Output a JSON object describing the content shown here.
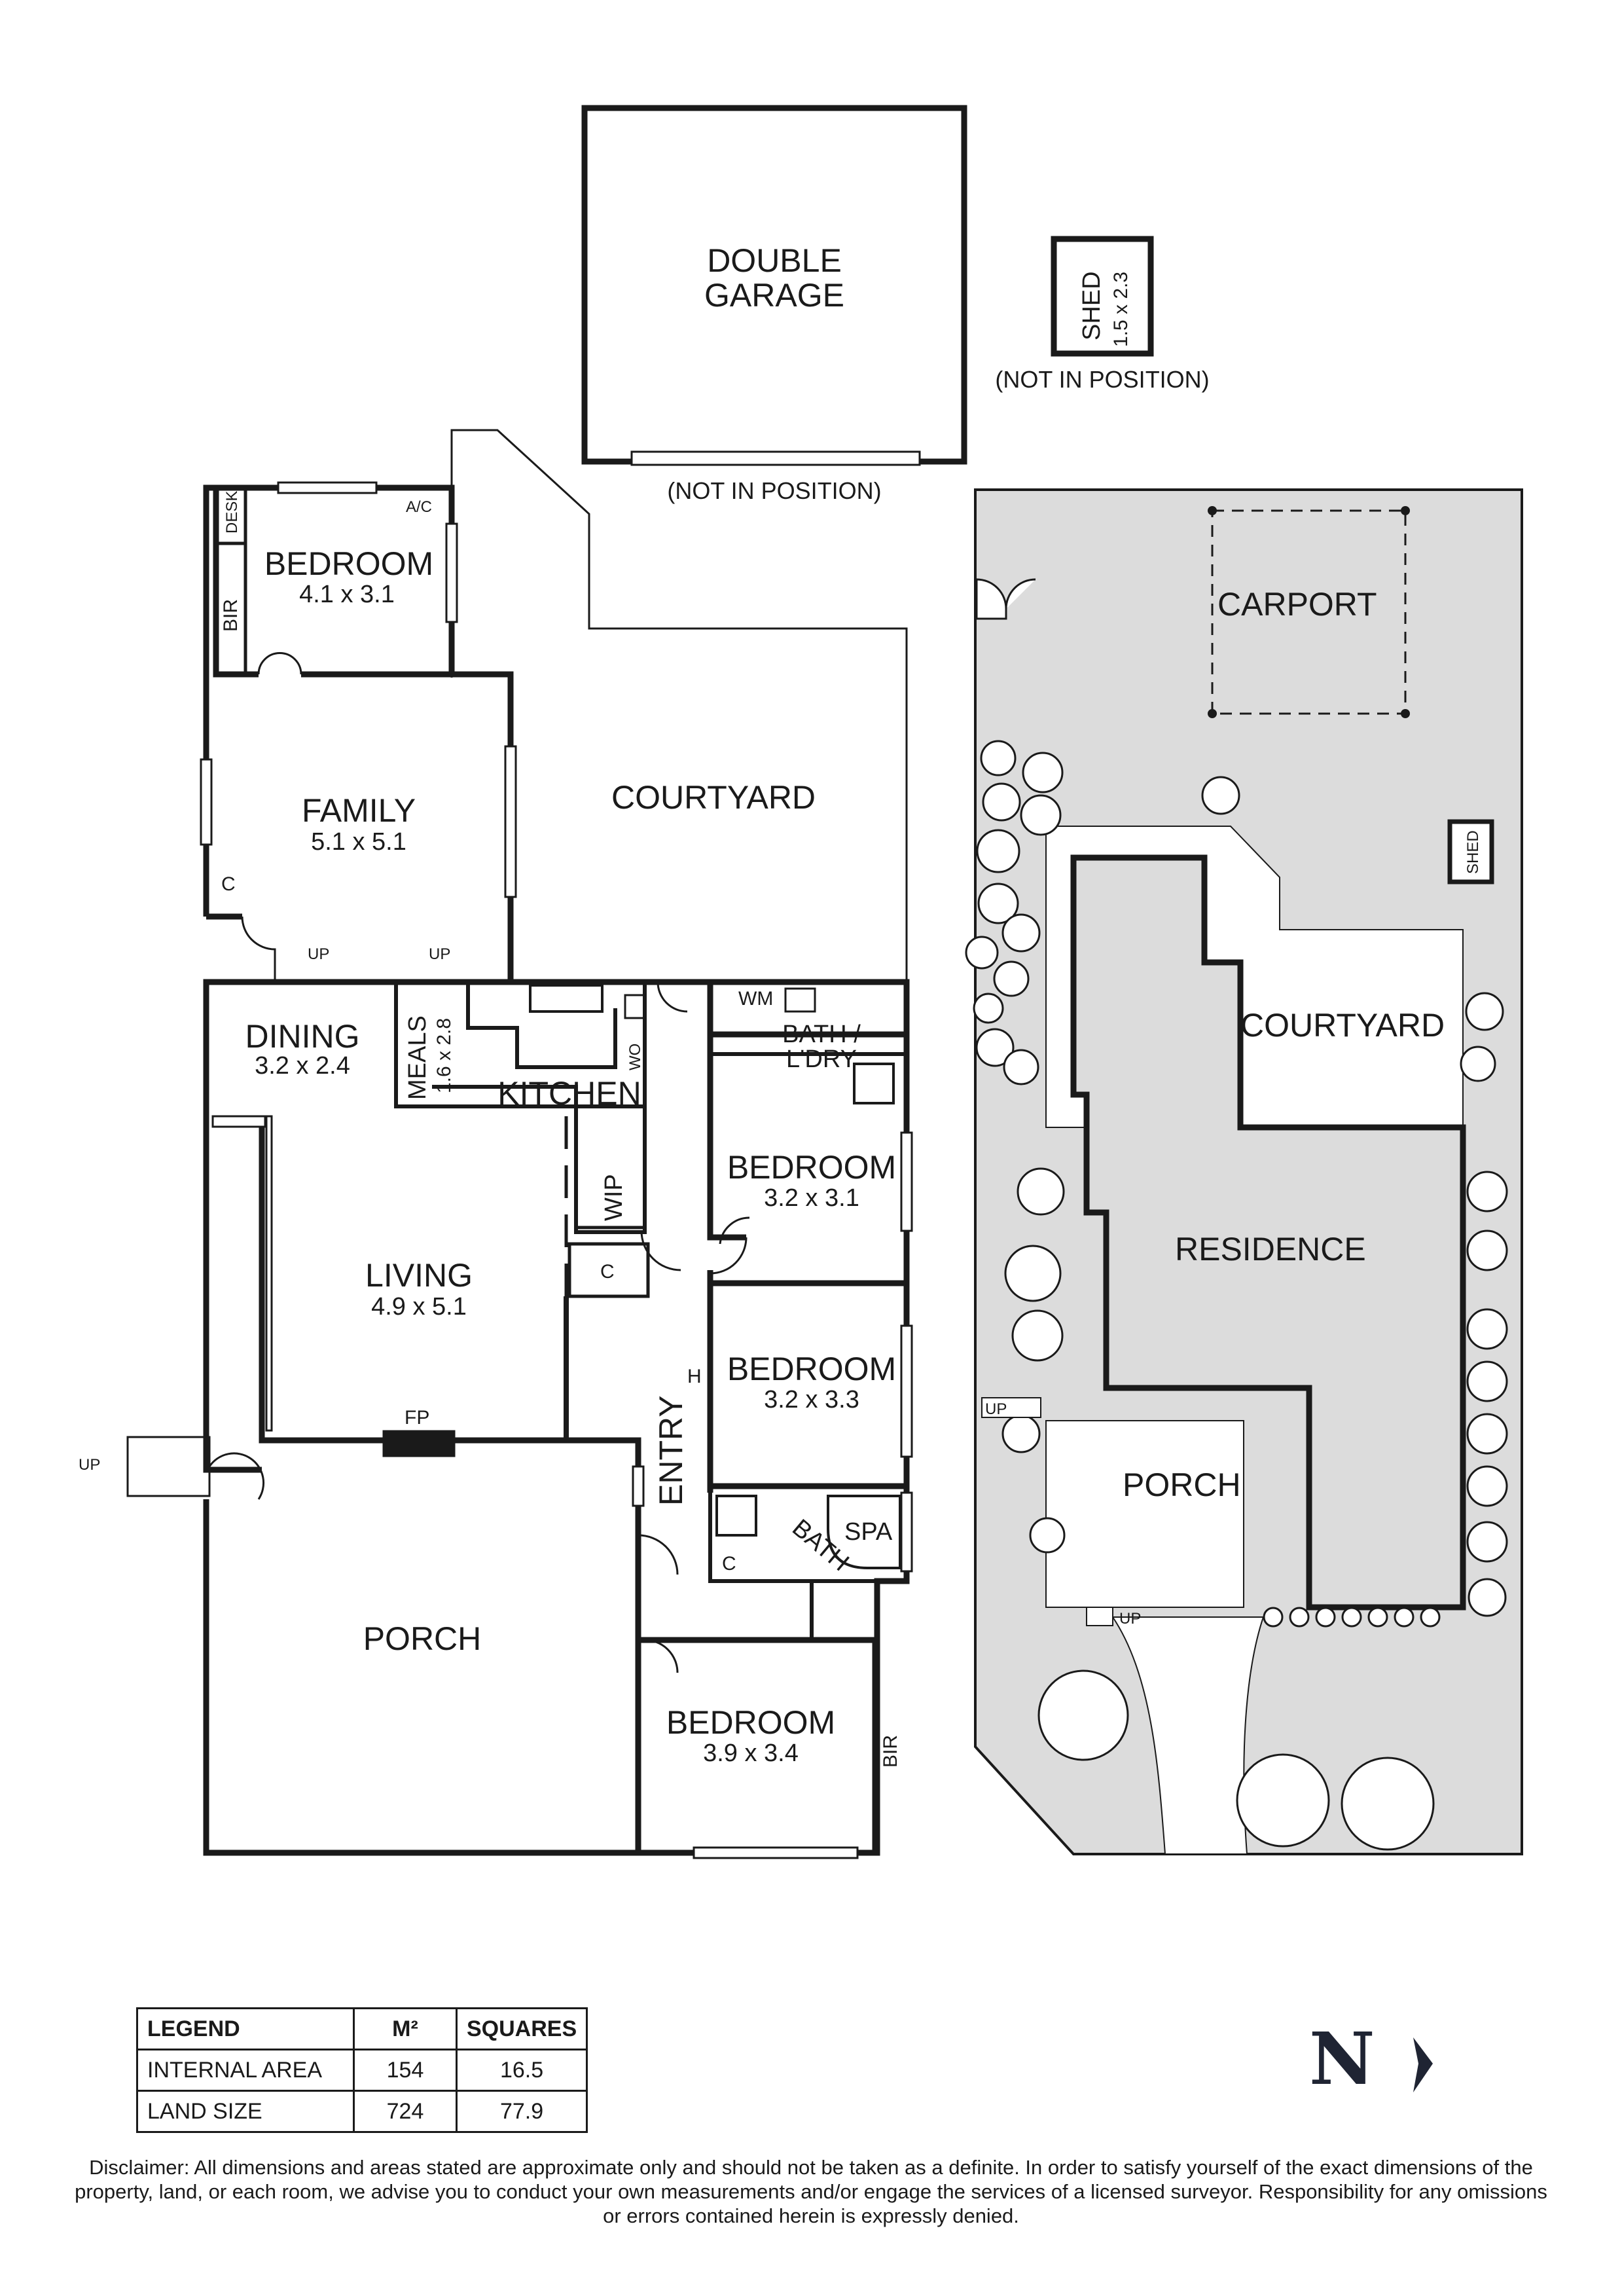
{
  "plan": {
    "double_garage": [
      "DOUBLE",
      "GARAGE"
    ],
    "not_in_position": "(NOT IN POSITION)",
    "shed": "SHED",
    "shed_dim": "1.5 x 2.3",
    "courtyard": "COURTYARD",
    "bedroom": "BEDROOM",
    "bedroom1_dim": "4.1 x 3.1",
    "desk": "DESK",
    "bir": "BIR",
    "ac": "A/C",
    "family": "FAMILY",
    "family_dim": "5.1 x 5.1",
    "c": "C",
    "up": "UP",
    "dining": "DINING",
    "dining_dim": "3.2 x 2.4",
    "meals": "MEALS",
    "meals_dim": "1.6 x 2.8",
    "kitchen": "KITCHEN",
    "wo": "WO",
    "wm": "WM",
    "bath_ldry": [
      "BATH /",
      "L'DRY"
    ],
    "wip": "WIP",
    "bedroom2_dim": "3.2 x 3.1",
    "living": "LIVING",
    "living_dim": "4.9 x 5.1",
    "bedroom3_dim": "3.2 x 3.3",
    "h": "H",
    "entry": "ENTRY",
    "fp": "FP",
    "spa": "SPA",
    "bath": "BATH",
    "porch": "PORCH",
    "bedroom4_dim": "3.9 x 3.4",
    "carport": "CARPORT",
    "residence": "RESIDENCE"
  },
  "legend": {
    "headers": [
      "LEGEND",
      "M²",
      "SQUARES"
    ],
    "rows": [
      [
        "INTERNAL AREA",
        "154",
        "16.5"
      ],
      [
        "LAND SIZE",
        "724",
        "77.9"
      ]
    ]
  },
  "north": "N",
  "disclaimer": "Disclaimer: All dimensions and areas stated are approximate only and should not be taken as a definite. In order to satisfy yourself of the exact dimensions of the property, land, or each room, we advise you to conduct your own measurements and/or engage the services of a licensed surveyor. Responsibility for any omissions or errors contained herein is expressly denied.",
  "colors": {
    "wall": "#1a1a1a",
    "site_fill": "#dcdcdc",
    "north_arrow": "#1f2433"
  }
}
